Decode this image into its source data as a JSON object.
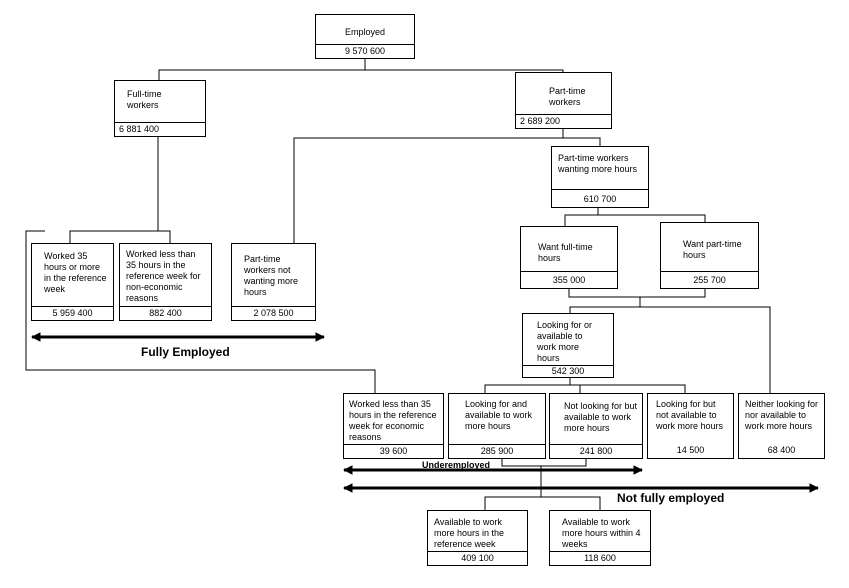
{
  "nodes": {
    "employed": {
      "label": "Employed",
      "value": "9 570 600"
    },
    "full_time": {
      "label": "Full-time workers",
      "value": "6 881 400"
    },
    "part_time": {
      "label": "Part-time workers",
      "value": "2 689 200"
    },
    "pt_wanting_more": {
      "label": "Part-time workers wanting more hours",
      "value": "610 700"
    },
    "worked_35_more": {
      "label": "Worked 35 hours or more in the reference week",
      "value": "5 959 400"
    },
    "worked_less_noneconomic": {
      "label": "Worked less than 35 hours in the reference week for non-economic reasons",
      "value": "882 400"
    },
    "pt_not_wanting": {
      "label": "Part-time workers not wanting more hours",
      "value": "2 078 500"
    },
    "want_full_time": {
      "label": "Want full-time hours",
      "value": "355 000"
    },
    "want_part_time": {
      "label": "Want part-time hours",
      "value": "255 700"
    },
    "looking_or_available": {
      "label": "Looking for or available to work more hours",
      "value": "542 300"
    },
    "worked_less_economic": {
      "label": "Worked less than 35 hours in the reference week for economic reasons",
      "value": "39 600"
    },
    "looking_and_available": {
      "label": "Looking for and available to work more hours",
      "value": "285 900"
    },
    "not_looking_available": {
      "label": "Not looking for but available to work more hours",
      "value": "241 800"
    },
    "looking_not_available": {
      "label": "Looking for but not available to work more hours",
      "value": "14 500"
    },
    "neither": {
      "label": "Neither looking for nor available to work more hours",
      "value": "68 400"
    },
    "available_ref_week": {
      "label": "Available to work more hours in the reference week",
      "value": "409 100"
    },
    "available_4_weeks": {
      "label": "Available to work more hours within 4 weeks",
      "value": "118 600"
    }
  },
  "labels": {
    "fully_employed": "Fully Employed",
    "underemployed": "Underemployed",
    "not_fully_employed": "Not fully employed"
  }
}
